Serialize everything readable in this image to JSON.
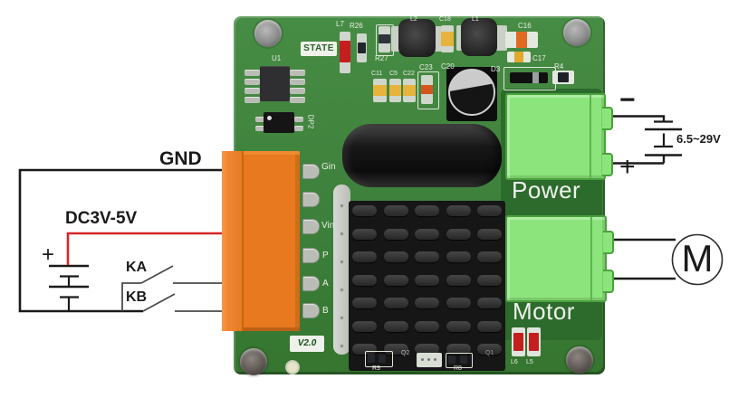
{
  "schematic_left": {
    "gnd_label": "GND",
    "supply_label": "DC3V-5V",
    "battery_plus": "+",
    "switch_a": "KA",
    "switch_b": "KB"
  },
  "schematic_right": {
    "battery_minus": "−",
    "battery_plus": "+",
    "voltage_range": "6.5~29V",
    "motor_symbol": "M"
  },
  "board": {
    "state_label": "STATE",
    "version_label": "V2.0",
    "power_label": "Power",
    "motor_label": "Motor",
    "pins": [
      "Gin",
      "Vin",
      "P",
      "A",
      "B"
    ],
    "refs": {
      "u1": "U1",
      "dp2": "DP2",
      "l7": "L7",
      "r26": "R26",
      "r27": "R27",
      "l2": "L2",
      "c18": "C18",
      "l1": "L1",
      "c16": "C16",
      "c17": "C17",
      "d3": "D3",
      "r4": "R4",
      "c11": "C11",
      "c5": "C5",
      "c22": "C22",
      "c23": "C23",
      "c20": "C20",
      "r9": "R9",
      "q2": "Q2",
      "r8": "R8",
      "q1": "Q1",
      "l6": "L6",
      "l5": "L5"
    }
  },
  "colors": {
    "board_green": "#3c7f3b",
    "dark_green_zone": "#2d6b2c",
    "terminal_orange": "#e8791f",
    "connector_green": "#8ce57c",
    "wire_black": "#1a1a1a",
    "wire_red": "#d42626",
    "led_red": "#c41e1e",
    "silkscreen": "#e9efe4"
  }
}
